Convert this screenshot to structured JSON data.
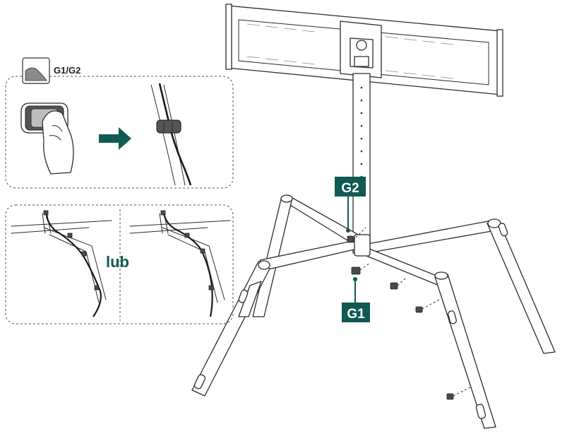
{
  "sticker_label": "G1/G2",
  "alternative_label": "lub",
  "callouts": {
    "g2": "G2",
    "g1": "G1"
  },
  "colors": {
    "accent": "#0f5a52",
    "line": "#2c2c2c",
    "panel_border": "#555555"
  },
  "icons": {
    "sticker": "adhesive-sticker-icon",
    "arrow": "arrow-right-icon"
  }
}
